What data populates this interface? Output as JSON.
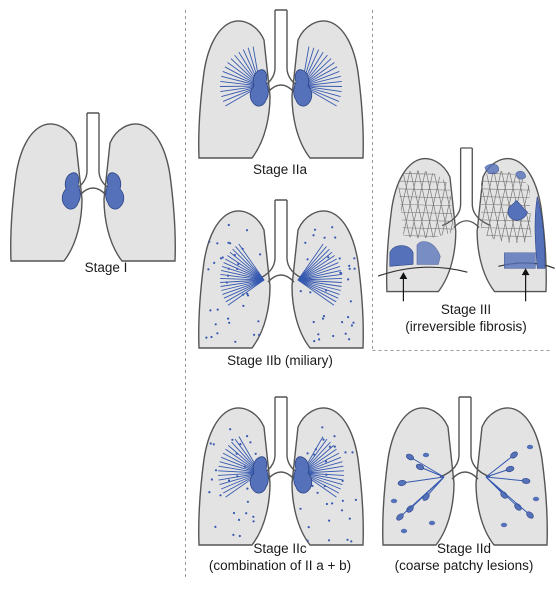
{
  "colors": {
    "lung_fill": "#e3e3e3",
    "outline": "#555555",
    "node_blue": "#5571b9",
    "line_blue": "#3659b0",
    "divider": "#9a9a9a"
  },
  "panels": [
    {
      "id": "stage-1",
      "caption": [
        "Stage I"
      ]
    },
    {
      "id": "stage-2a",
      "caption": [
        "Stage IIa"
      ]
    },
    {
      "id": "stage-2b",
      "caption": [
        "Stage IIb (miliary)"
      ]
    },
    {
      "id": "stage-3",
      "caption": [
        "Stage III",
        "(irreversible fibrosis)"
      ]
    },
    {
      "id": "stage-2c",
      "caption": [
        "Stage IIc",
        "(combination of II a + b)"
      ]
    },
    {
      "id": "stage-2d",
      "caption": [
        "Stage IId",
        "(coarse patchy lesions)"
      ]
    }
  ]
}
